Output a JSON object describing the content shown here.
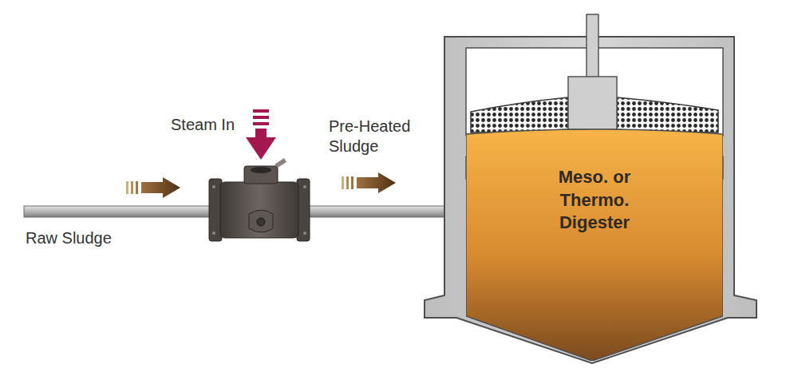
{
  "diagram": {
    "nodes": [
      {
        "text": [
          "Meso. or Thermo. Digester"
        ]
      }
    ],
    "labels": [
      "Steam In",
      "Pre-Heated Sludge",
      "Raw Sludge"
    ]
  }
}
